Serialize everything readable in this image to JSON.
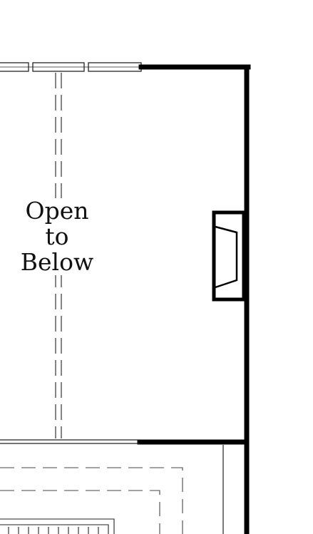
{
  "diagram": {
    "type": "floor-plan",
    "room_label": {
      "line1": "Open",
      "line2": "to",
      "line3": "Below"
    },
    "elements": [
      "exterior-wall",
      "window",
      "fireplace",
      "beam-dashed-line",
      "ceiling-dashed-line",
      "stair-railing",
      "balcony-railing"
    ],
    "colors": {
      "wall": "#000000",
      "line": "#333333",
      "background": "#ffffff"
    }
  }
}
